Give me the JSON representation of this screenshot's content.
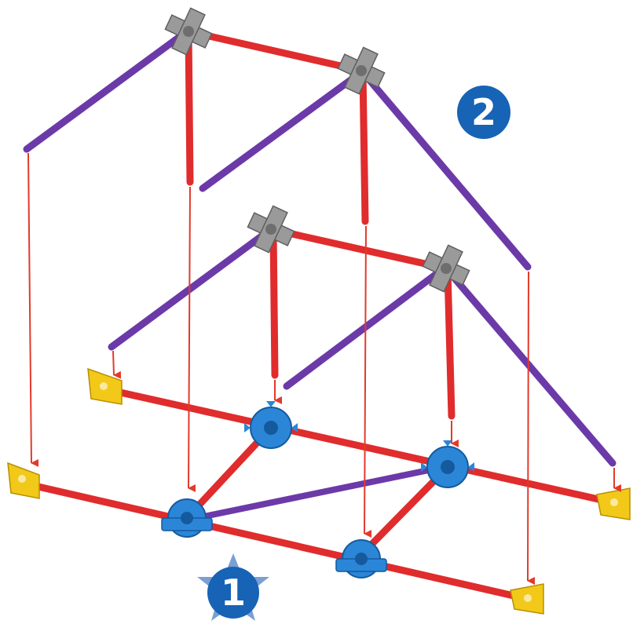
{
  "diagram": {
    "steps": [
      {
        "number": "1",
        "shape": "star-badge"
      },
      {
        "number": "2",
        "shape": "circle-badge"
      }
    ],
    "colors": {
      "red_rod": "#e02c2c",
      "purple_rod": "#6b3aa8",
      "blue_connector": "#2b86d8",
      "gray_connector": "#9a9a9a",
      "yellow_connector": "#f2c919",
      "arrow": "#e33a2b",
      "badge": "#1763b5"
    },
    "icons": [
      "star-badge",
      "circle-badge",
      "down-arrow",
      "rod",
      "connector"
    ]
  }
}
